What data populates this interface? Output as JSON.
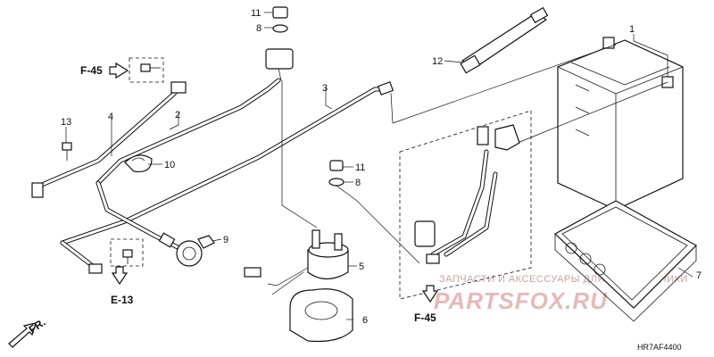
{
  "callouts": {
    "c1": "1",
    "c2": "2",
    "c3": "3",
    "c4": "4",
    "c5": "5",
    "c6": "6",
    "c7": "7",
    "c8a": "8",
    "c8b": "8",
    "c9": "9",
    "c10": "10",
    "c11a": "11",
    "c11b": "11",
    "c12": "12",
    "c13": "13"
  },
  "refs": {
    "f45_top": "F-45",
    "f45_bottom": "F-45",
    "e13": "E-13",
    "fr": "FR."
  },
  "watermark": {
    "line1": "ЗАПЧАСТИ И АКСЕССУАРЫ ДЛЯ МОТОТЕХНИКИ",
    "line2": "PARTSFOX.RU"
  },
  "diagram_code": "HR7AF4400"
}
